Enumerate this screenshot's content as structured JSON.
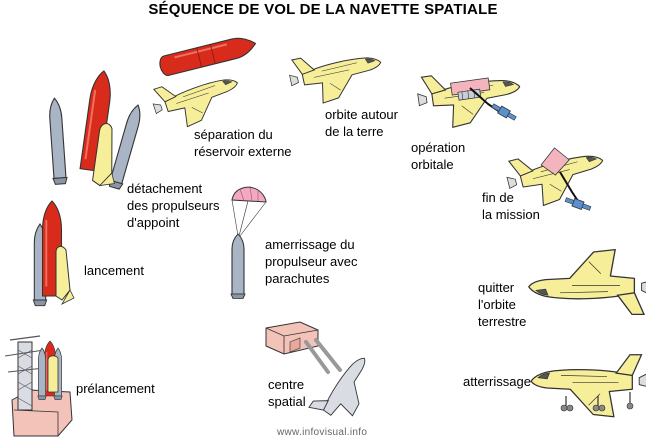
{
  "title": "SÉQUENCE DE VOL DE LA NAVETTE SPATIALE",
  "labels": {
    "separation": "séparation du\nréservoir externe",
    "orbite": "orbite autour\nde la terre",
    "operation": "opération\norbitale",
    "detachement": "détachement\ndes propulseurs\nd'appoint",
    "fin": "fin de\nla mission",
    "amerrissage": "amerrissage du\npropulseur avec\nparachutes",
    "lancement": "lancement",
    "quitter": "quitter\nl'orbite\nterrestre",
    "prelancement": "prélancement",
    "centre": "centre\nspatial",
    "atterrissage": "atterrissage"
  },
  "credit": "www.infovisual.info",
  "colors": {
    "shuttle": "#f7ee9a",
    "tank": "#d92b1c",
    "booster": "#a9b4c4",
    "parachute": "#f2a8c0",
    "payload": "#f4b4be",
    "satellite": "#5b8fcf",
    "building": "#f3c2b8"
  }
}
